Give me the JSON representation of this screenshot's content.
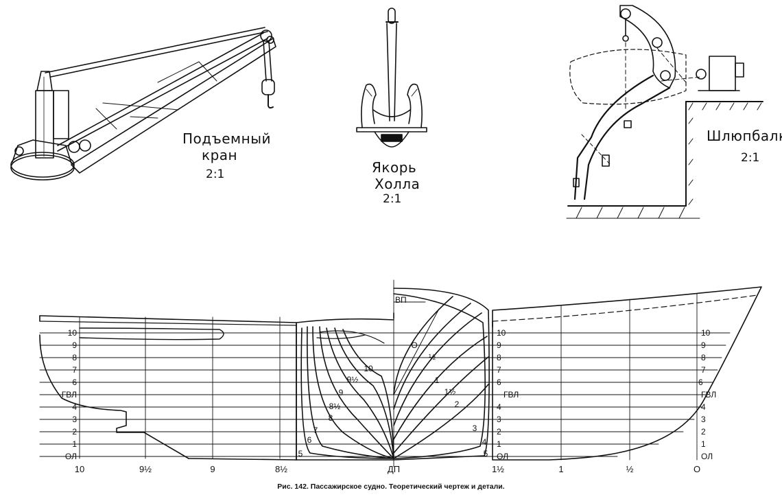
{
  "crane": {
    "title_line1": "Подъемный",
    "title_line2": "кран",
    "scale": "2:1"
  },
  "anchor": {
    "title_line1": "Якорь",
    "title_line2": "Холла",
    "scale": "2:1"
  },
  "davit": {
    "title": "Шлюпбалка",
    "scale": "2:1"
  },
  "lines_plan": {
    "left_waterlines": [
      "10",
      "9",
      "8",
      "7",
      "6",
      "ГВЛ",
      "4",
      "3",
      "2",
      "1",
      "ОЛ"
    ],
    "right_waterlines": [
      "10",
      "9",
      "8",
      "7",
      "6",
      "ГВЛ",
      "4",
      "3",
      "2",
      "1",
      "ОЛ"
    ],
    "mid_waterlines": [
      "10",
      "9",
      "8",
      "7",
      "6",
      "ГВЛ",
      "4",
      "3",
      "2",
      "1",
      "ОЛ"
    ],
    "stations_bottom": [
      "10",
      "9½",
      "9",
      "8½",
      "ДП",
      "1½",
      "1",
      "½",
      "О"
    ],
    "body_aft_labels": [
      "10",
      "9½",
      "9",
      "8½",
      "8",
      "7",
      "6",
      "5"
    ],
    "body_fore_labels": [
      "О",
      "½",
      "1",
      "1½",
      "2",
      "3",
      "4",
      "5"
    ],
    "deck_label": "ВП"
  },
  "caption": "Рис. 142. Пассажирское судно. Теоретический чертеж и детали."
}
